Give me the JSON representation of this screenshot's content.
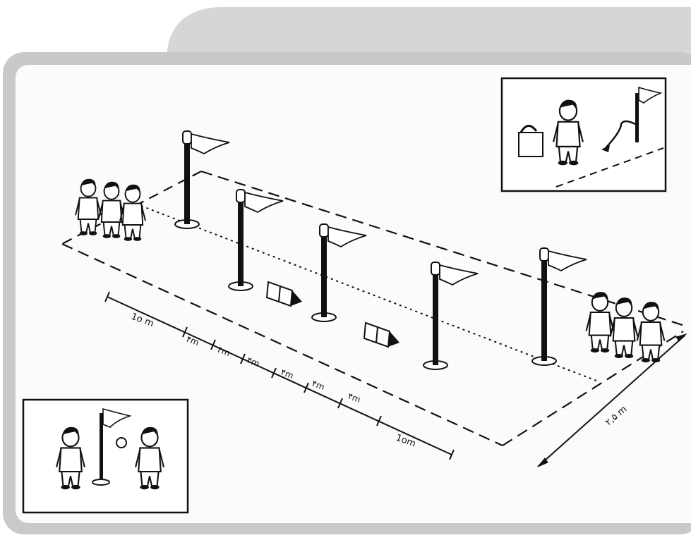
{
  "colors": {
    "page": "#ffffff",
    "frame": "#c9c9c9",
    "tab": "#d6d6d6",
    "panel": "#fbfbfb",
    "ink": "#111111"
  },
  "course": {
    "poles": 5,
    "boxes": 2,
    "start_team_size": 3,
    "end_team_size": 3
  },
  "measurements": {
    "start_segment": "1o m",
    "intervals": [
      "۴m",
      "۴m",
      "۴m",
      "۴m",
      "۴m",
      "۴m"
    ],
    "end_segment": "1om",
    "width": "۲,۵ m"
  },
  "icons": [
    "flag-icon",
    "child-icon",
    "ball-icon",
    "box-icon"
  ]
}
